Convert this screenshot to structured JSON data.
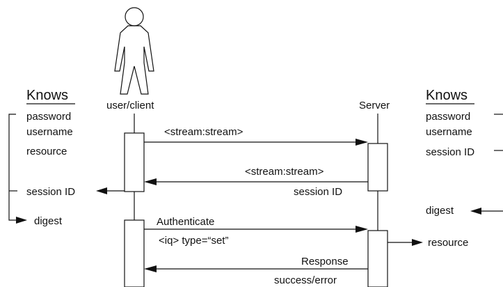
{
  "actors": {
    "client": {
      "label": "user/client"
    },
    "server": {
      "label": "Server"
    }
  },
  "client_knows": {
    "heading": "Knows",
    "items": [
      "password",
      "username",
      "resource"
    ],
    "derived": [
      "session ID",
      "digest"
    ]
  },
  "server_knows": {
    "heading": "Knows",
    "items": [
      "password",
      "username"
    ],
    "session": "session ID",
    "derived": [
      "digest",
      "resource"
    ]
  },
  "messages": [
    {
      "text": "<stream:stream>",
      "sub": ""
    },
    {
      "text": "<stream:stream>",
      "sub": "session ID"
    },
    {
      "text": "Authenticate",
      "sub": "<iq> type=“set”"
    },
    {
      "text": "Response",
      "sub": "success/error"
    }
  ]
}
